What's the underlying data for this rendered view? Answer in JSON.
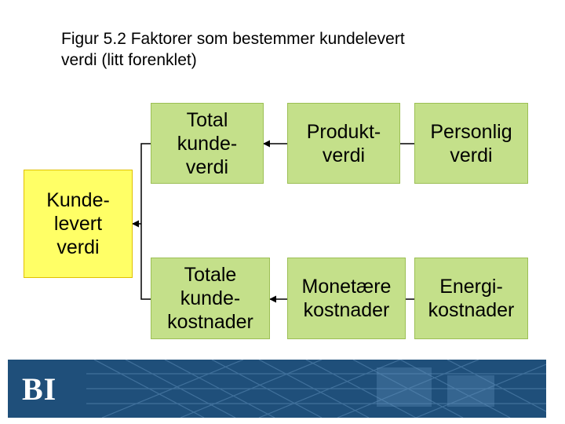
{
  "title": "Figur 5.2 Faktorer som bestemmer kundelevert\nverdi (litt forenklet)",
  "boxes": {
    "kundelevert": "Kunde-\nlevert\nverdi",
    "total": "Total\nkunde-\nverdi",
    "totale": "Totale\nkunde-\nkostnader",
    "produkt": "Produkt-\nverdi",
    "personlig": "Personlig\nverdi",
    "monetaere": "Monetære\nkostnader",
    "energi": "Energi-\nkostnader"
  },
  "footer": {
    "logo": "BI"
  },
  "colors": {
    "yellow_box": "#ffff66",
    "green_box": "#c4e08a",
    "footer": "#1f4f7a"
  }
}
